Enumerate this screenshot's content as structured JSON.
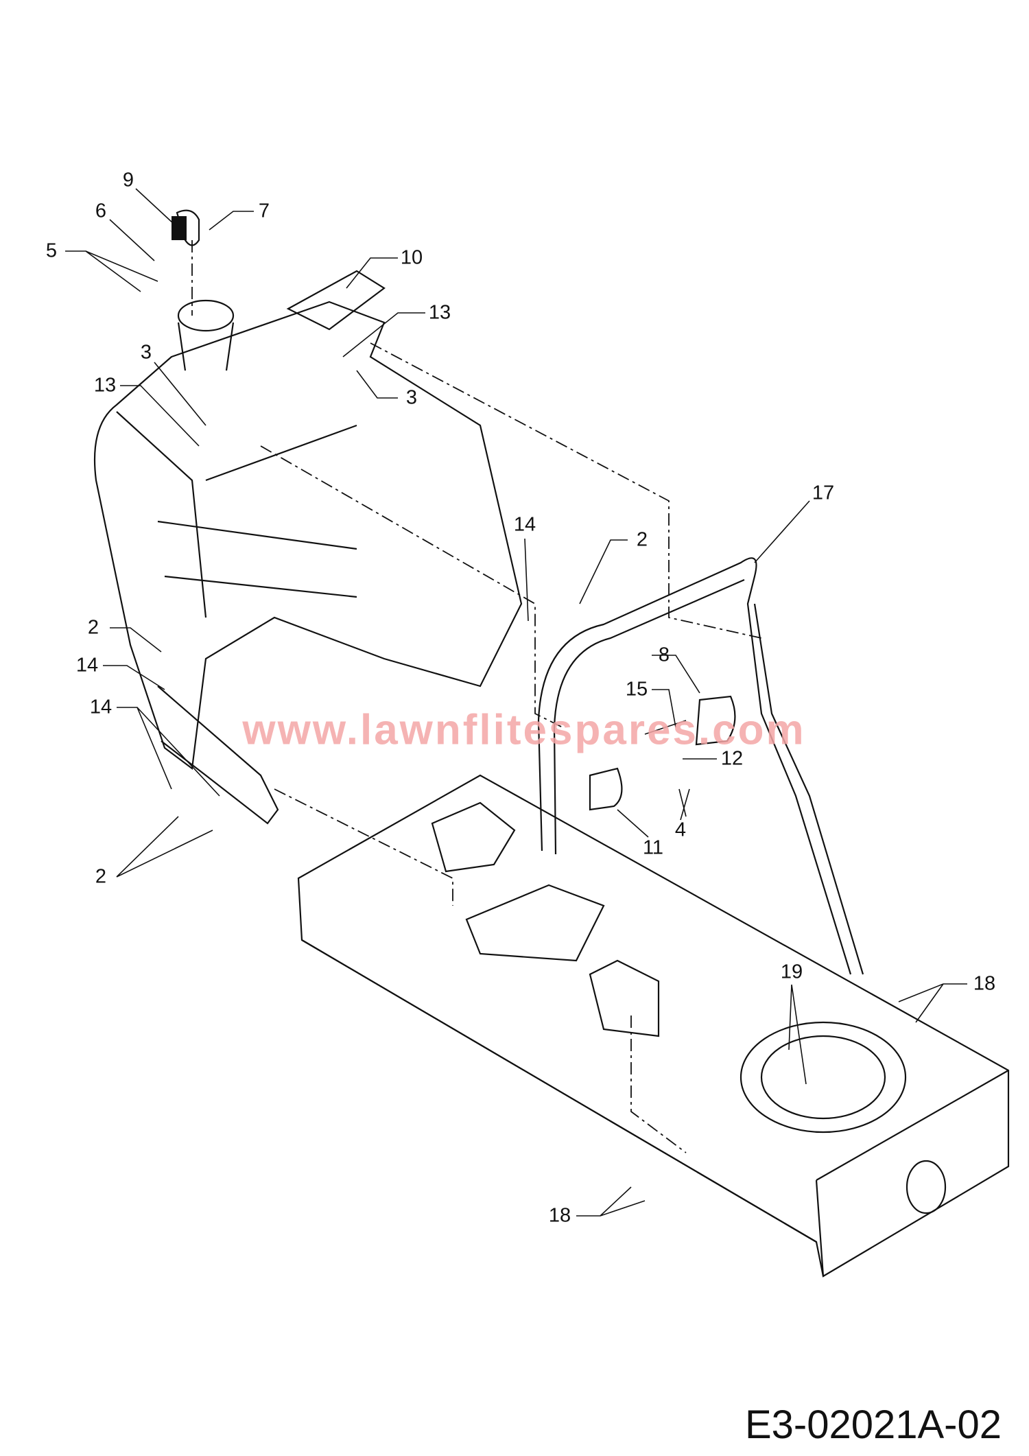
{
  "callouts": [
    "9",
    "6",
    "7",
    "5",
    "10",
    "13",
    "3",
    "13",
    "3",
    "14",
    "2",
    "17",
    "2",
    "14",
    "14",
    "8",
    "15",
    "12",
    "11",
    "4",
    "2",
    "19",
    "18",
    "18"
  ],
  "watermark": "www.lawnflitespares.com",
  "drawing_code": "E3-02021A-02"
}
